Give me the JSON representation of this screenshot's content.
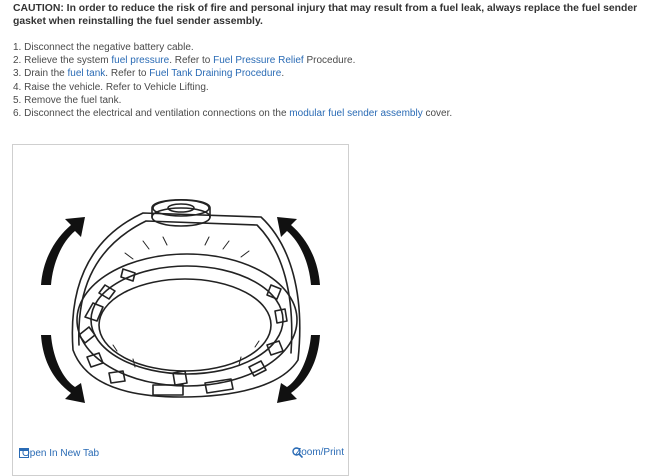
{
  "caution": "CAUTION: In order to reduce the risk of fire and personal injury that may result from a fuel leak, always replace the fuel sender gasket when reinstalling the fuel sender assembly.",
  "steps": [
    {
      "num": "1.",
      "pre": "Disconnect the negative battery cable."
    },
    {
      "num": "2.",
      "pre": "Relieve the system ",
      "link1": "fuel pressure",
      "mid": ". Refer to ",
      "link2": "Fuel Pressure Relief",
      "post": " Procedure."
    },
    {
      "num": "3.",
      "pre": "Drain the ",
      "link1": "fuel tank",
      "mid": ". Refer to ",
      "link2": "Fuel Tank Draining Procedure",
      "post": "."
    },
    {
      "num": "4.",
      "pre": "Raise the vehicle. Refer to Vehicle Lifting."
    },
    {
      "num": "5.",
      "pre": "Remove the fuel tank."
    },
    {
      "num": "6.",
      "pre": "Disconnect the electrical and ventilation connections on the ",
      "link1": "modular fuel sender assembly",
      "post": " cover."
    }
  ],
  "figure": {
    "open_tab_label": "Open In New Tab",
    "zoom_label": "Zoom/Print",
    "open_tab_icon": "open-tab-icon",
    "zoom_icon": "magnifier-icon"
  },
  "colors": {
    "link": "#2a6bb5",
    "text": "#444444"
  }
}
